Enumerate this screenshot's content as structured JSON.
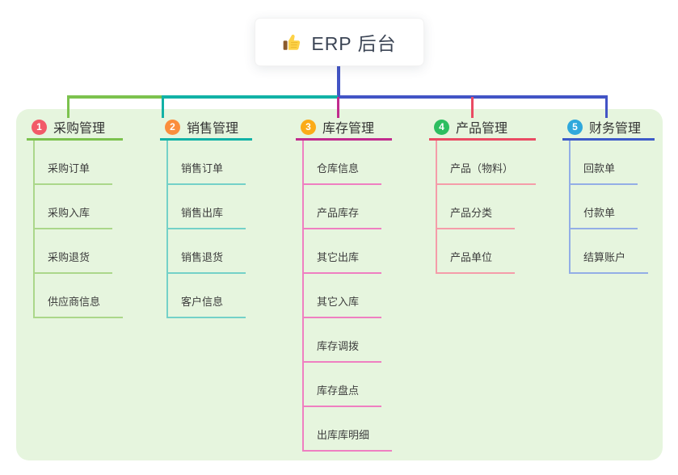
{
  "root": {
    "title": "ERP 后台",
    "icon": "thumbs-up"
  },
  "connector_color": "#4254c5",
  "panel_bg": "#e6f5de",
  "thumb_colors": {
    "hand": "#fdd247",
    "cuff": "#8a5a2b"
  },
  "branches": [
    {
      "num": "1",
      "title": "采购管理",
      "badge_color": "#f25a68",
      "line_color": "#7cc24e",
      "light_color": "#abd78a",
      "items": [
        "采购订单",
        "采购入库",
        "采购退货",
        "供应商信息"
      ]
    },
    {
      "num": "2",
      "title": "销售管理",
      "badge_color": "#fb8e3c",
      "line_color": "#12b2a6",
      "light_color": "#74d1c8",
      "items": [
        "销售订单",
        "销售出库",
        "销售退货",
        "客户信息"
      ]
    },
    {
      "num": "3",
      "title": "库存管理",
      "badge_color": "#fbab18",
      "line_color": "#c12b8e",
      "light_color": "#ef7fc1",
      "items": [
        "仓库信息",
        "产品库存",
        "其它出库",
        "其它入库",
        "库存调拨",
        "库存盘点",
        "出库库明细"
      ]
    },
    {
      "num": "4",
      "title": "产品管理",
      "badge_color": "#2dbe60",
      "line_color": "#ea4b63",
      "light_color": "#f59ca9",
      "items": [
        "产品（物料）",
        "产品分类",
        "产品单位"
      ]
    },
    {
      "num": "5",
      "title": "财务管理",
      "badge_color": "#2fa8dc",
      "line_color": "#3d5ac8",
      "light_color": "#93aee6",
      "items": [
        "回款单",
        "付款单",
        "结算账户"
      ]
    }
  ]
}
